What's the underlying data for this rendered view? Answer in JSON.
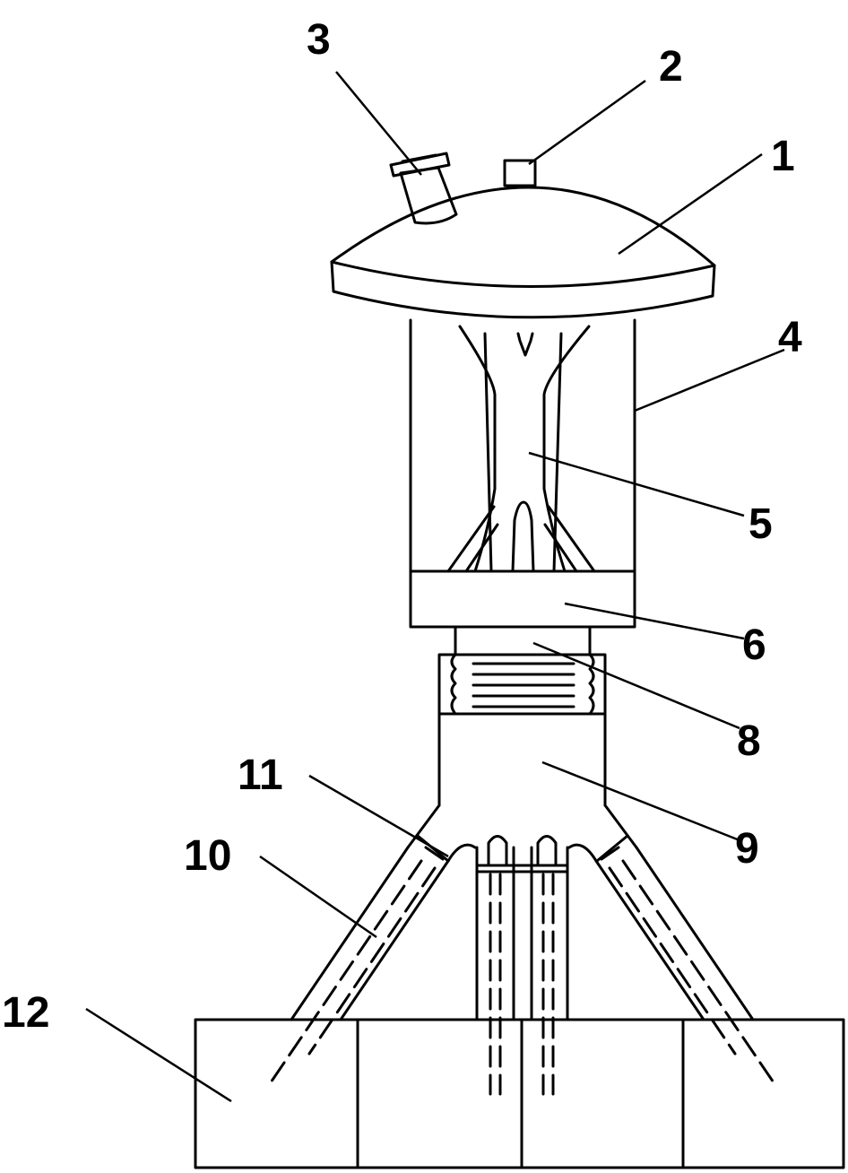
{
  "labels": [
    {
      "id": "1",
      "text": "1"
    },
    {
      "id": "2",
      "text": "2"
    },
    {
      "id": "3",
      "text": "3"
    },
    {
      "id": "4",
      "text": "4"
    },
    {
      "id": "5",
      "text": "5"
    },
    {
      "id": "6",
      "text": "6"
    },
    {
      "id": "8",
      "text": "8"
    },
    {
      "id": "9",
      "text": "9"
    },
    {
      "id": "10",
      "text": "10"
    },
    {
      "id": "11",
      "text": "11"
    },
    {
      "id": "12",
      "text": "12"
    }
  ]
}
